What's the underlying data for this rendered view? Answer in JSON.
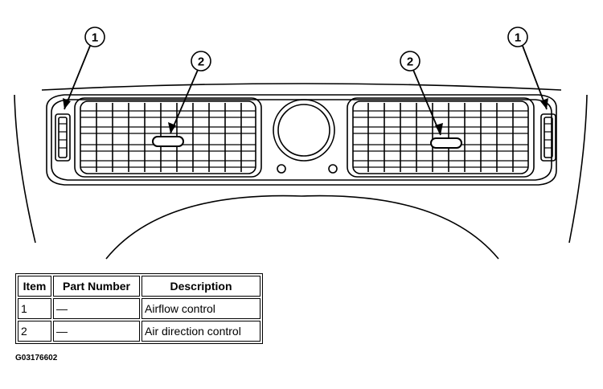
{
  "callouts": {
    "left_1": "1",
    "left_2": "2",
    "right_2": "2",
    "right_1": "1"
  },
  "legend": {
    "headers": [
      "Item",
      "Part Number",
      "Description"
    ],
    "rows": [
      {
        "item": "1",
        "part_number": "—",
        "description": "Airflow control"
      },
      {
        "item": "2",
        "part_number": "—",
        "description": "Air direction control"
      }
    ]
  },
  "figure_code": "G03176602"
}
